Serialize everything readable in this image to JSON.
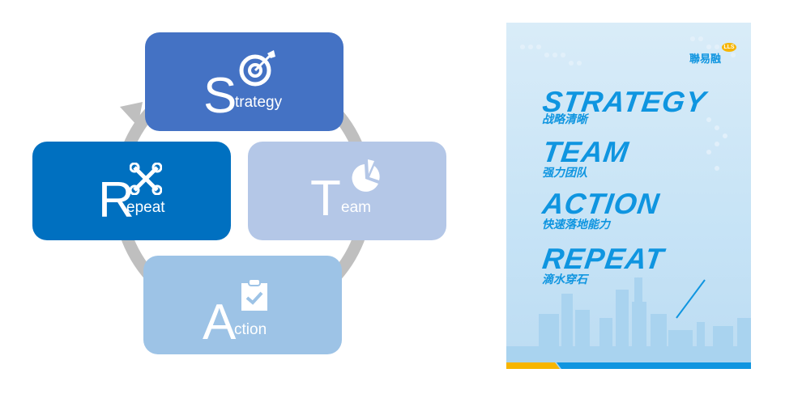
{
  "cycle": {
    "strategy": {
      "letter": "S",
      "rest": "trategy",
      "icon": "target-icon",
      "color": "#4472c4"
    },
    "team": {
      "letter": "T",
      "rest": "eam",
      "icon": "pie-chart-icon",
      "color": "#b4c7e7"
    },
    "action": {
      "letter": "A",
      "rest": "ction",
      "icon": "clipboard-check-icon",
      "color": "#9dc3e6"
    },
    "repeat": {
      "letter": "R",
      "rest": "epeat",
      "icon": "tools-icon",
      "color": "#0070c0"
    },
    "ring_color": "#bfbfbf"
  },
  "poster": {
    "logo_text": "聯易融",
    "logo_badge": "LLS",
    "items": [
      {
        "title": "STRATEGY",
        "subtitle": "战略清晰"
      },
      {
        "title": "TEAM",
        "subtitle": "强力团队"
      },
      {
        "title": "ACTION",
        "subtitle": "快速落地能力"
      },
      {
        "title": "REPEAT",
        "subtitle": "滴水穿石"
      }
    ],
    "accent": "#0f95e0"
  }
}
